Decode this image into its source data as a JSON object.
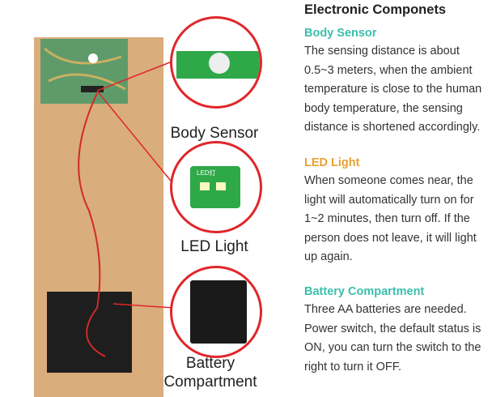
{
  "title": "Electronic Componets",
  "sections": [
    {
      "heading": "Body Sensor",
      "color": "#3dbfae",
      "text": "The sensing distance is about 0.5~3 meters, when the ambient temperature is close to the human body temperature, the sensing distance is shortened accordingly."
    },
    {
      "heading": "LED Light",
      "color": "#e8a030",
      "text": "When someone comes near, the light will automatically turn on for 1~2 minutes, then turn off. If the person does not leave, it will light up again."
    },
    {
      "heading": "Battery Compartment",
      "color": "#3dbfae",
      "text": "Three AA batteries are needed. Power switch, the default status is ON, you can turn the switch to the right to turn it OFF."
    }
  ],
  "labels": {
    "sensor": "Body Sensor",
    "led": "LED Light",
    "battery": "Battery Compartment"
  },
  "led_board_text": "LED灯"
}
